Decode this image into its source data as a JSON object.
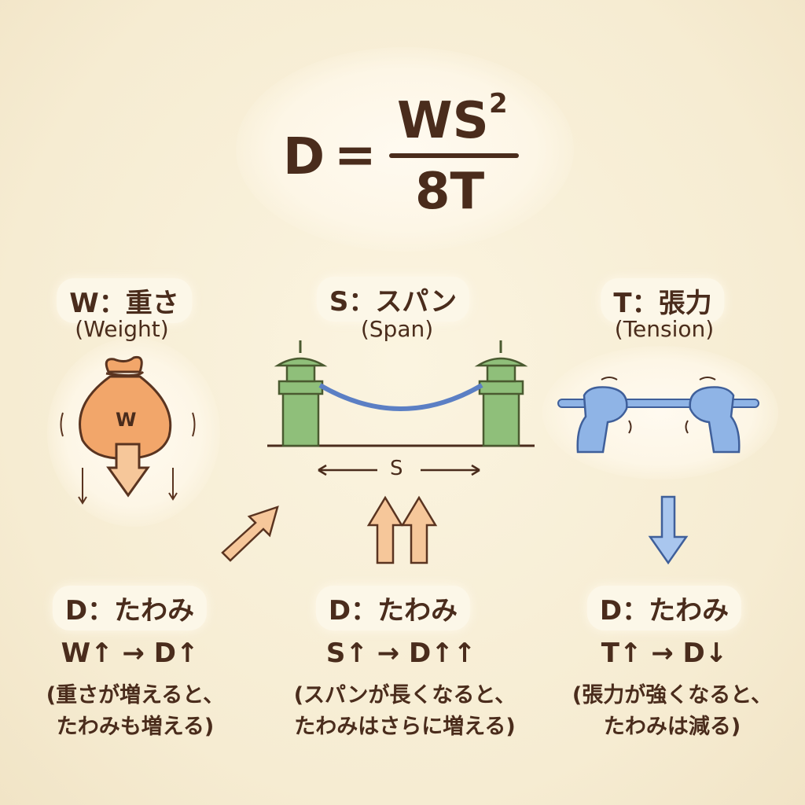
{
  "formula": {
    "lhs": "D",
    "equals": "=",
    "numerator": "WS",
    "exponent": "2",
    "denominator": "8T"
  },
  "variables": [
    {
      "label": "W：重さ",
      "english": "(Weight)",
      "icon_text": "W"
    },
    {
      "label": "S：スパン",
      "english": "(Span)",
      "icon_text": "S"
    },
    {
      "label": "T：張力",
      "english": "(Tension)"
    }
  ],
  "effects": [
    {
      "label": "D：たわみ",
      "relation": "W↑ → D↑",
      "explanation_1": "(重さが増えると、",
      "explanation_2": "たわみも増える)"
    },
    {
      "label": "D：たわみ",
      "relation": "S↑ → D↑↑",
      "explanation_1": "(スパンが長くなると、",
      "explanation_2": "たわみはさらに増える)"
    },
    {
      "label": "D：たわみ",
      "relation": "T↑ → D↓",
      "explanation_1": "(張力が強くなると、",
      "explanation_2": "たわみは減る)"
    }
  ],
  "colors": {
    "text": "#4a2c1c",
    "bag": "#f2a66a",
    "bridge": "#8fbf7a",
    "cable": "#5b7fc4",
    "hands": "#8fb4e6",
    "arrow_up": "#f6c79a"
  }
}
